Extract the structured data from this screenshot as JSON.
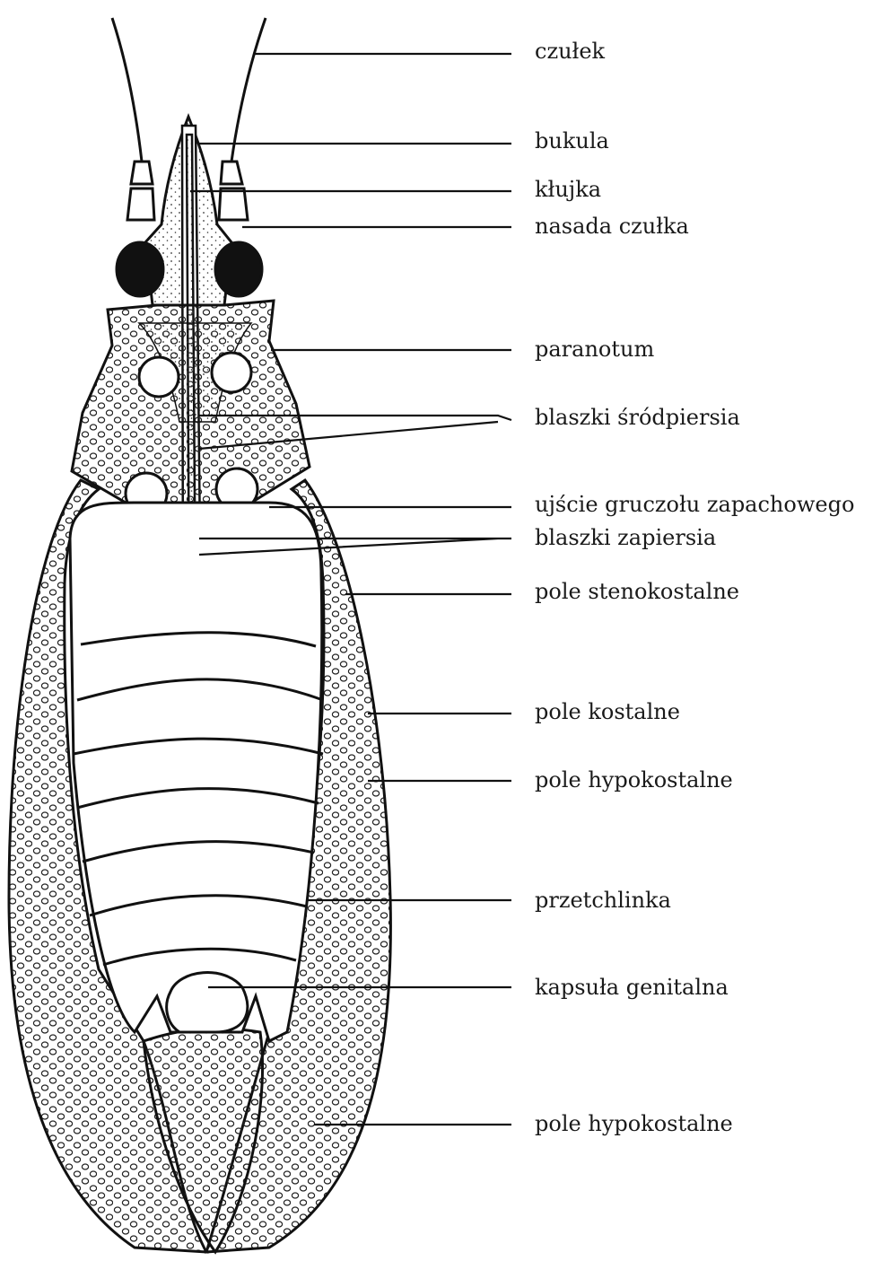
{
  "labels": [
    "czułek",
    "bukula",
    "kłujka",
    "nasada czułka",
    "paranotum",
    "blaszki śródpiersia",
    "ujście gruczołu zapachowego",
    "blaszki zapiersia",
    "pole stenokostalne",
    "pole kostalne",
    "pole hypokostalne",
    "przetchlinka",
    "kapsuła genitalna",
    "pole hypokostalne"
  ]
}
